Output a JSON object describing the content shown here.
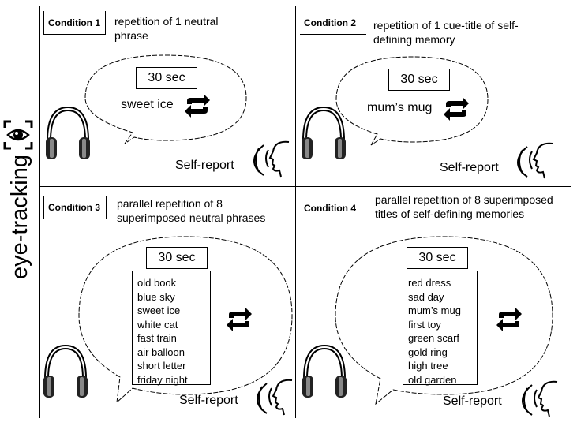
{
  "side_label": "eye-tracking",
  "icons": {
    "eye": "eye-tracking-icon",
    "headphones": "headphones-icon",
    "speaker": "speaking-head-icon",
    "repeat": "repeat-icon"
  },
  "conditions": [
    {
      "label": "Condition 1",
      "description": "repetition of 1 neutral phrase",
      "timer": "30 sec",
      "stimulus": "sweet ice",
      "self_report": "Self-report"
    },
    {
      "label": "Condition 2",
      "description": "repetition of 1 cue-title of self-defining memory",
      "timer": "30 sec",
      "stimulus": "mum’s mug",
      "self_report": "Self-report"
    },
    {
      "label": "Condition 3",
      "description": "parallel repetition of 8 superimposed neutral phrases",
      "timer": "30 sec",
      "items": [
        "old book",
        "blue sky",
        "sweet ice",
        "white cat",
        "fast train",
        "air balloon",
        "short letter",
        "friday night"
      ],
      "self_report": "Self-report"
    },
    {
      "label": "Condition 4",
      "description": "parallel repetition of  8 superimposed titles of self-defining memories",
      "timer": "30 sec",
      "items": [
        "red dress",
        "sad day",
        "mum’s mug",
        "first toy",
        "green scarf",
        "gold ring",
        "high tree",
        "old garden"
      ],
      "self_report": "Self-report"
    }
  ]
}
